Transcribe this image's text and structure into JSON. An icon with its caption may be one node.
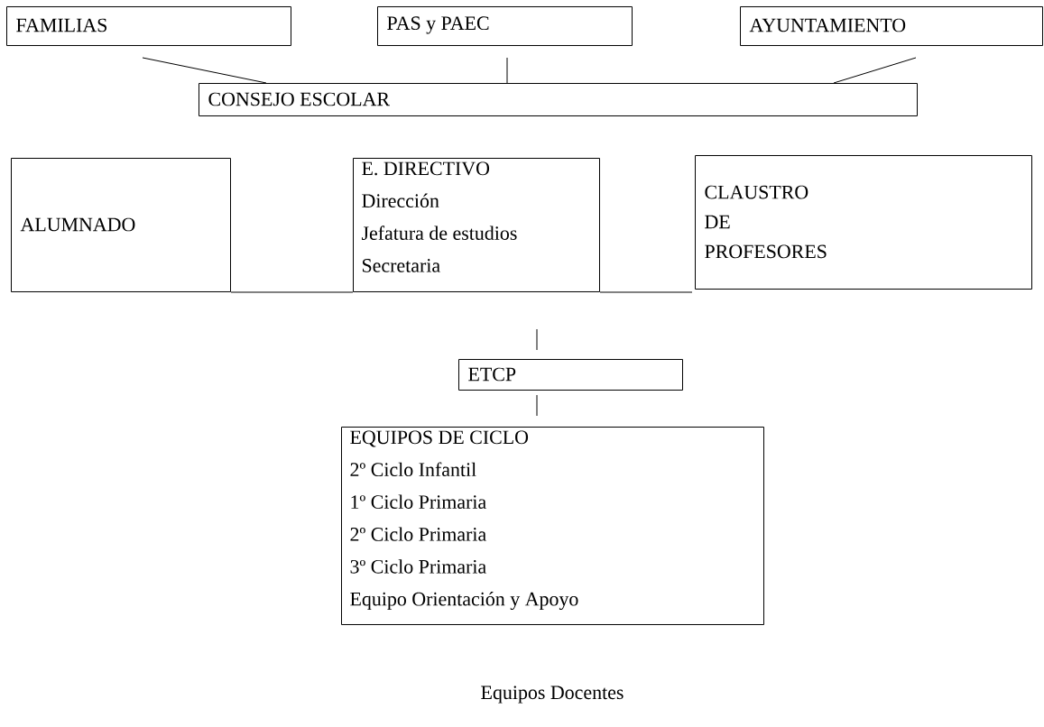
{
  "diagram": {
    "nodes": [
      {
        "text": [
          "FAMILIAS"
        ]
      },
      {
        "text": [
          "PAS y PAEC"
        ]
      },
      {
        "text": [
          "AYUNTAMIENTO"
        ]
      },
      {
        "text": [
          "CONSEJO ESCOLAR"
        ]
      },
      {
        "text": [
          "ALUMNADO"
        ]
      },
      {
        "text": [
          "E. DIRECTIVO",
          "Dirección",
          "Jefatura de estudios",
          "Secretaria"
        ]
      },
      {
        "text": [
          "CLAUSTRO DE PROFESORES"
        ]
      },
      {
        "text": [
          "ETCP"
        ]
      },
      {
        "text": [
          "EQUIPOS DE CICLO",
          "2º Ciclo Infantil",
          "1º Ciclo Primaria",
          "2º Ciclo Primaria",
          "3º Ciclo Primaria",
          "Equipo Orientación y Apoyo"
        ]
      }
    ],
    "edges": [
      {
        "from": 0,
        "to": 3,
        "arrow": "none"
      },
      {
        "from": 1,
        "to": 3,
        "arrow": "none"
      },
      {
        "from": 2,
        "to": 3,
        "arrow": "none"
      },
      {
        "from": 4,
        "to": 5,
        "arrow": "none"
      },
      {
        "from": 5,
        "to": 6,
        "arrow": "none"
      },
      {
        "from": null,
        "to": 7,
        "arrow": "none"
      },
      {
        "from": 7,
        "to": 8,
        "arrow": "none"
      }
    ],
    "labels": [
      "Equipos Docentes"
    ]
  }
}
